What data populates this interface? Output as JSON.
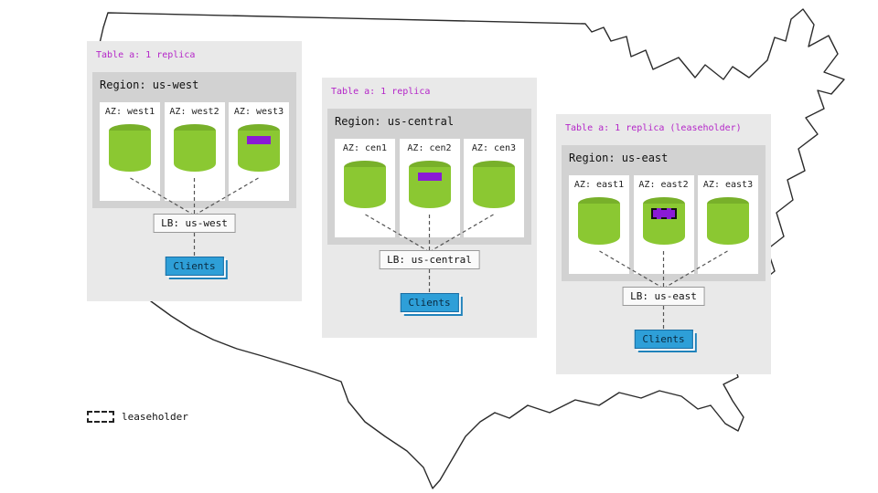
{
  "legend": {
    "label": "leaseholder"
  },
  "colors": {
    "table_label_accent": "#b426c8",
    "cylinder_green": "#8bc832",
    "cylinder_top_green": "#78b02a",
    "range_marker_purple": "#8a1ad6",
    "clients_blue": "#2e9fd8",
    "panel_gray": "#e9e9e9",
    "region_gray": "#d2d2d2"
  },
  "regions": [
    {
      "table_label": "Table a: 1 replica",
      "region_label": "Region: us-west",
      "azs": [
        {
          "label": "AZ: west1"
        },
        {
          "label": "AZ: west2"
        },
        {
          "label": "AZ: west3"
        }
      ],
      "lb_label": "LB: us-west",
      "clients_label": "Clients"
    },
    {
      "table_label": "Table a: 1 replica",
      "region_label": "Region: us-central",
      "azs": [
        {
          "label": "AZ: cen1"
        },
        {
          "label": "AZ: cen2"
        },
        {
          "label": "AZ: cen3"
        }
      ],
      "lb_label": "LB: us-central",
      "clients_label": "Clients"
    },
    {
      "table_label": "Table a: 1 replica (leaseholder)",
      "region_label": "Region: us-east",
      "azs": [
        {
          "label": "AZ: east1"
        },
        {
          "label": "AZ: east2"
        },
        {
          "label": "AZ: east3"
        }
      ],
      "lb_label": "LB: us-east",
      "clients_label": "Clients"
    }
  ]
}
